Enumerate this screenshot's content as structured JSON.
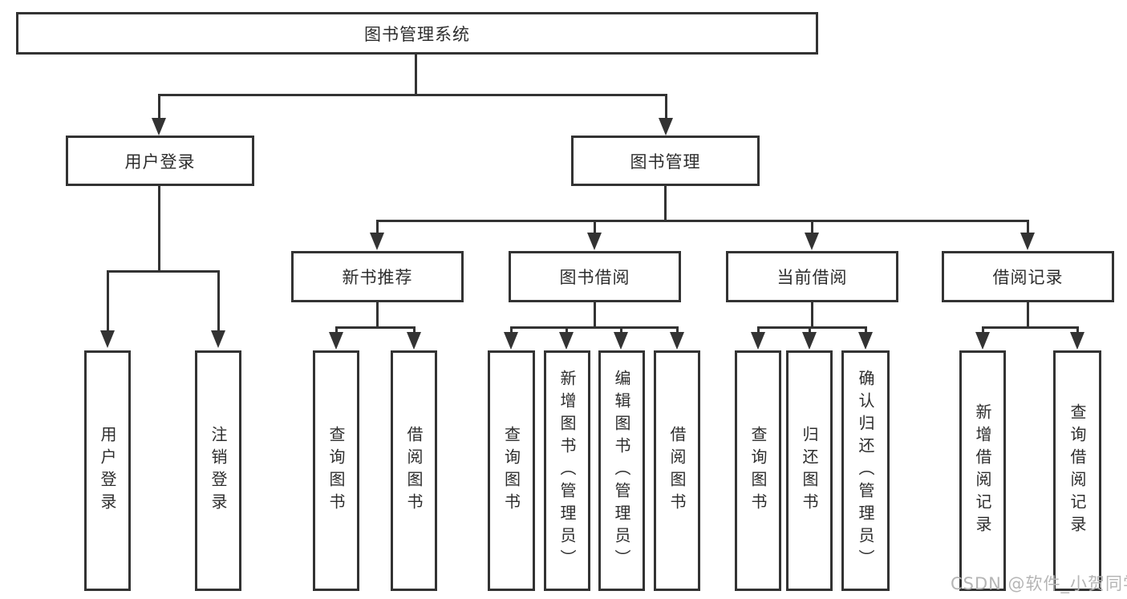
{
  "diagram": {
    "title": "图书管理系统",
    "watermark": "CSDN @软件_小贺同学",
    "colors": {
      "line": "#333333",
      "text": "#2d2d2d",
      "watermark": "#b5b5b5",
      "background": "#ffffff"
    },
    "tree": {
      "root": "图书管理系统",
      "branches": [
        {
          "label": "用户登录",
          "children": [
            "用户登录",
            "注销登录"
          ]
        },
        {
          "label": "图书管理",
          "children": [
            {
              "label": "新书推荐",
              "children": [
                "查询图书",
                "借阅图书"
              ]
            },
            {
              "label": "图书借阅",
              "children": [
                "查询图书",
                "新增图书（管理员）",
                "编辑图书（管理员）",
                "借阅图书"
              ]
            },
            {
              "label": "当前借阅",
              "children": [
                "查询图书",
                "归还图书",
                "确认归还（管理员）"
              ]
            },
            {
              "label": "借阅记录",
              "children": [
                "新增借阅记录",
                "查询借阅记录"
              ]
            }
          ]
        }
      ]
    }
  }
}
